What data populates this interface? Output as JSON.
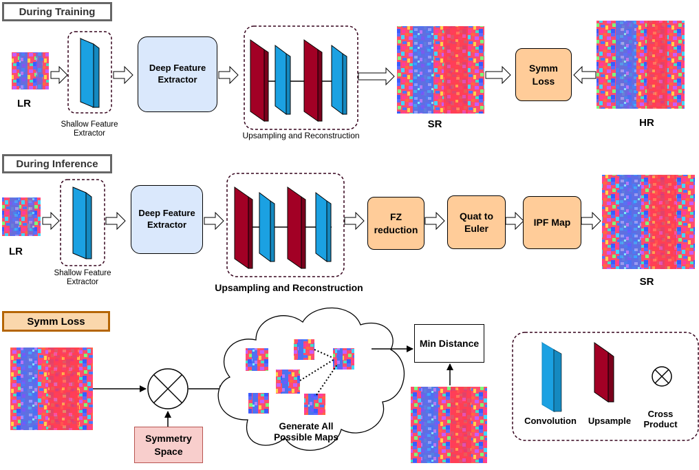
{
  "training": {
    "tag": "During Training",
    "lr_label": "LR",
    "shallow_label": "Shallow Feature\nExtractor",
    "deep_label": "Deep Feature\nExtractor",
    "upsample_label": "Upsampling and Reconstruction",
    "sr_label": "SR",
    "loss_label": "Symm\nLoss",
    "hr_label": "HR"
  },
  "inference": {
    "tag": "During Inference",
    "lr_label": "LR",
    "shallow_label": "Shallow Feature\nExtractor",
    "deep_label": "Deep Feature\nExtractor",
    "upsample_label": "Upsampling and Reconstruction",
    "fz_label": "FZ\nreduction",
    "quat_label": "Quat to\nEuler",
    "ipf_label": "IPF Map",
    "sr_label": "SR"
  },
  "symm_loss": {
    "tag": "Symm Loss",
    "symmetry_label": "Symmetry\nSpace",
    "cloud_label": "Generate All\nPossible Maps",
    "min_distance_label": "Min Distance"
  },
  "legend": {
    "convolution": "Convolution",
    "upsample": "Upsample",
    "cross_product": "Cross\nProduct"
  },
  "colors": {
    "conv": "#1ba1e2",
    "upsample": "#a20025",
    "deep_fill": "#dae8fc",
    "process_fill": "#ffcc99",
    "symmetry_fill": "#f8cecc",
    "symm_tag_border": "#b46504",
    "symm_tag_fill": "#fad7ac"
  }
}
